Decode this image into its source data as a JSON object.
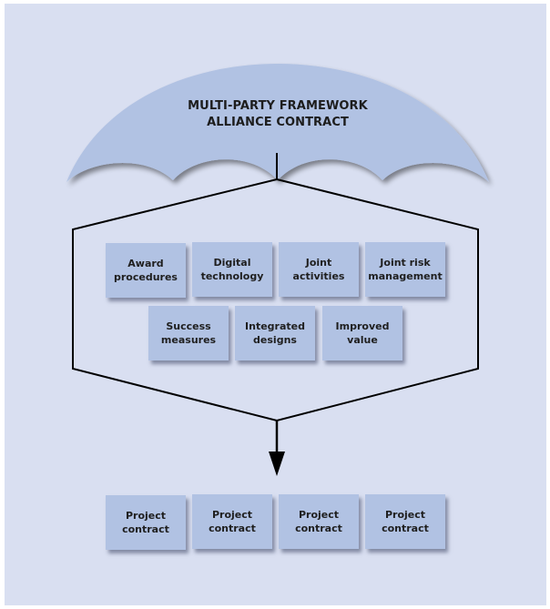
{
  "title": {
    "line1": "MULTI-PARTY FRAMEWORK",
    "line2": "ALLIANCE CONTRACT"
  },
  "framework_items": [
    {
      "line1": "Award",
      "line2": "procedures"
    },
    {
      "line1": "Digital",
      "line2": "technology"
    },
    {
      "line1": "Joint",
      "line2": "activities"
    },
    {
      "line1": "Joint risk",
      "line2": "management"
    },
    {
      "line1": "Success",
      "line2": "measures"
    },
    {
      "line1": "Integrated",
      "line2": "designs"
    },
    {
      "line1": "Improved",
      "line2": "value"
    }
  ],
  "project_contracts": [
    {
      "line1": "Project",
      "line2": "contract"
    },
    {
      "line1": "Project",
      "line2": "contract"
    },
    {
      "line1": "Project",
      "line2": "contract"
    },
    {
      "line1": "Project",
      "line2": "contract"
    }
  ],
  "colors": {
    "background": "#d9dff1",
    "shape_fill": "#b1c2e3",
    "line": "#000000"
  }
}
